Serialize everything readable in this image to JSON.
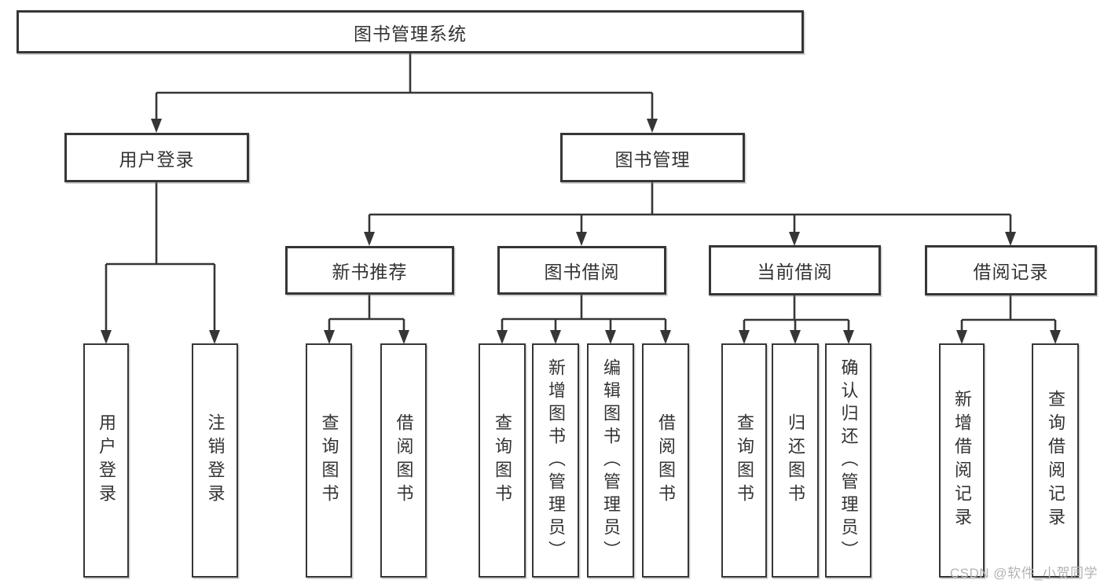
{
  "watermark": "CSDN @软件_小贺同学",
  "colors": {
    "line": "#363636",
    "text": "#333333",
    "watermark": "#b3b3b3",
    "background": "#ffffff"
  },
  "tree": {
    "root": {
      "label": "图书管理系统"
    },
    "branches": [
      {
        "label": "用户登录",
        "children": [
          {
            "label": "用户登录"
          },
          {
            "label": "注销登录"
          }
        ]
      },
      {
        "label": "图书管理",
        "sections": [
          {
            "label": "新书推荐",
            "children": [
              {
                "label": "查询图书"
              },
              {
                "label": "借阅图书"
              }
            ]
          },
          {
            "label": "图书借阅",
            "children": [
              {
                "label": "查询图书"
              },
              {
                "label": "新增图书（管理员）"
              },
              {
                "label": "编辑图书（管理员）"
              },
              {
                "label": "借阅图书"
              }
            ]
          },
          {
            "label": "当前借阅",
            "children": [
              {
                "label": "查询图书"
              },
              {
                "label": "归还图书"
              },
              {
                "label": "确认归还（管理员）"
              }
            ]
          },
          {
            "label": "借阅记录",
            "children": [
              {
                "label": "新增借阅记录"
              },
              {
                "label": "查询借阅记录"
              }
            ]
          }
        ]
      }
    ]
  }
}
